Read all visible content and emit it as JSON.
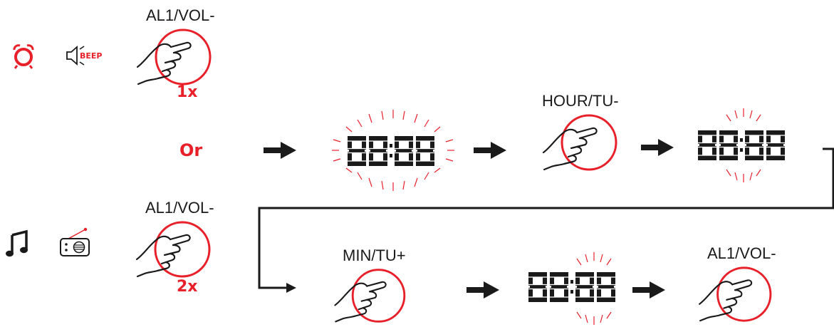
{
  "accent": "#e8202a",
  "ink": "#1a1a1a",
  "mode_icons": {
    "alarm_icon": "alarm-clock-icon",
    "beep_icon": "speaker-beep-icon",
    "beep_text": "BEEP",
    "music_icon": "music-note-icon",
    "radio_icon": "radio-icon"
  },
  "option_one": {
    "button_label": "AL1/VOL-",
    "press_count": "1x"
  },
  "option_two": {
    "button_label": "AL1/VOL-",
    "press_count": "2x"
  },
  "or_label": "Or",
  "step_hour": {
    "button_label": "HOUR/TU-"
  },
  "step_min": {
    "button_label": "MIN/TU+"
  },
  "step_confirm": {
    "button_label": "AL1/VOL-"
  },
  "display": {
    "segments": "8888",
    "blinking": [
      "display-1",
      "display-2",
      "display-3"
    ]
  }
}
